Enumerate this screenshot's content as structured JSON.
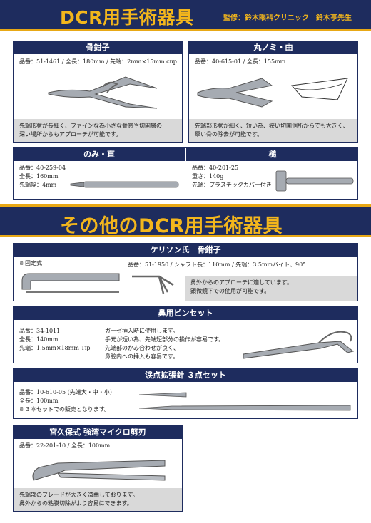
{
  "header": {
    "title": "DCR用手術器具",
    "supervision": "監修：鈴木眼科クリニック　鈴木亨先生"
  },
  "section2": {
    "title": "その他のDCR用手術器具"
  },
  "cards": {
    "bone_rongeur": {
      "title": "骨鉗子",
      "spec": "品番：51-1461 / 全長：180mm / 先端：2mm×15mm cup",
      "note_lines": [
        "先端形状が長細く、ファインな為小さな骨窓や切開層の",
        "深い場所からもアプローチが可能です。"
      ]
    },
    "round_chisel": {
      "title": "丸ノミ・曲",
      "spec": "品番：40-615-01 / 全長：155mm",
      "note_lines": [
        "先端部形状が細く、短い為、狭い切開個所からでも大きく、",
        "厚い骨の除去が可能です。"
      ]
    },
    "chisel": {
      "title": "のみ・直",
      "spec_lines": [
        "品番：40-259-04",
        "全長：160mm",
        "先端幅：4mm"
      ]
    },
    "mallet": {
      "title": "槌",
      "spec_lines": [
        "品番：40-201-25",
        "重さ：140g",
        "先端：プラスチックカバー付き"
      ]
    },
    "kerrison": {
      "title": "ケリソン氏　骨鉗子",
      "fixed_label": "※固定式",
      "spec": "品番：51-1950 / シャフト長：110mm / 先端：3.5mmバイト、90°",
      "note_lines": [
        "鼻外からのアプローチに適しています。",
        "顕微鏡下での使用が可能です。"
      ]
    },
    "nasal_forceps": {
      "title": "鼻用ピンセット",
      "spec_lines": [
        "品番：34-1011",
        "全長：140mm",
        "先端：1.5mm×18mm Tip"
      ],
      "desc_lines": [
        "ガーゼ挿入時に使用します。",
        "手元が短い為、先端短部分の操作が容易です。",
        "先端部のかみ合わせが良く、",
        "鼻腔内への挿入も容易です。"
      ]
    },
    "dilator": {
      "title": "涙点拡張針 ３点セット",
      "spec_lines": [
        "品番：10-610-05 (先端大・中・小)",
        "全長：100mm",
        "※３本セットでの販売となります。"
      ]
    },
    "scissors": {
      "title": "宮久保式 強湾マイクロ剪刃",
      "spec": "品番：22-201-10 / 全長：100mm",
      "note_lines": [
        "先端部のブレードが大きく湾曲しております。",
        "鼻外からの粘膜切除がより容易にできます。"
      ]
    }
  },
  "colors": {
    "navy": "#1e2c5e",
    "gold": "#f3b61c",
    "note_bg": "#d9d9d9",
    "steel": "#8a8f96"
  }
}
